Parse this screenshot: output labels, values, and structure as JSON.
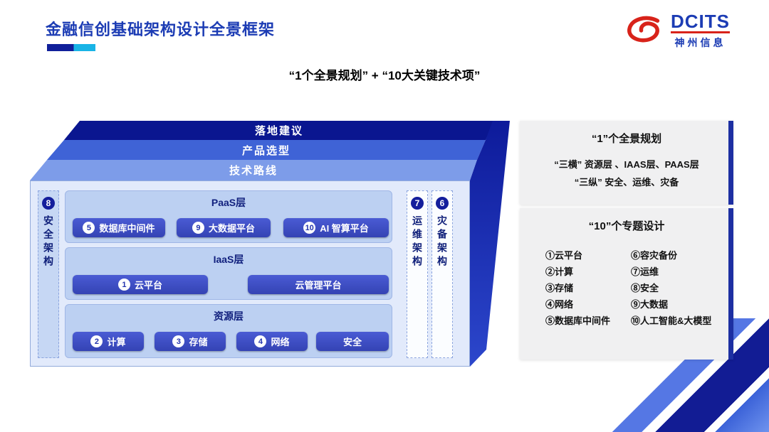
{
  "header": {
    "title": "金融信创基础架构设计全景框架",
    "subtitle": "“1个全景规划” + “10大关键技术项”",
    "logo_brand": "DCITS",
    "logo_company": "神州信息"
  },
  "colors": {
    "title_blue": "#1c3cb4",
    "layer_dark_navy": "#0a1690",
    "layer_mid_blue": "#3f63d6",
    "layer_light_blue": "#7d9ce9",
    "panel_bg": "#e2eafb",
    "chip_blue": "#3a49c0",
    "info_panel_bg": "#f0f0f1",
    "accent_bar": "#1d2fa2",
    "logo_red": "#d8231a"
  },
  "diagram": {
    "layers": [
      {
        "label": "落地建议"
      },
      {
        "label": "产品选型"
      },
      {
        "label": "技术路线"
      }
    ],
    "left_strip": {
      "num": "8",
      "label": "安全架构"
    },
    "right_strips": [
      {
        "num": "7",
        "label": "运维架构"
      },
      {
        "num": "6",
        "label": "灾备架构"
      }
    ],
    "sections": [
      {
        "title": "PaaS层",
        "items": [
          {
            "num": "5",
            "label": "数据库中间件"
          },
          {
            "num": "9",
            "label": "大数据平台"
          },
          {
            "num": "10",
            "label": "AI 智算平台"
          }
        ]
      },
      {
        "title": "IaaS层",
        "items": [
          {
            "num": "1",
            "label": "云平台"
          },
          {
            "label": "云管理平台"
          }
        ]
      },
      {
        "title": "资源层",
        "items": [
          {
            "num": "2",
            "label": "计算"
          },
          {
            "num": "3",
            "label": "存储"
          },
          {
            "num": "4",
            "label": "网络"
          },
          {
            "label": "安全"
          }
        ]
      }
    ]
  },
  "panels": [
    {
      "title": "“1”个全景规划",
      "lines": [
        "“三横” 资源层 、IAAS层、PAAS层",
        "“三纵” 安全、运维、灾备"
      ]
    },
    {
      "title": "“10”个专题设计",
      "left_items": [
        "①云平台",
        "②计算",
        "③存储",
        "④网络",
        "⑤数据库中间件"
      ],
      "right_items": [
        "⑥容灾备份",
        "⑦运维",
        "⑧安全",
        "⑨大数据",
        "⑩人工智能&大模型"
      ]
    }
  ]
}
